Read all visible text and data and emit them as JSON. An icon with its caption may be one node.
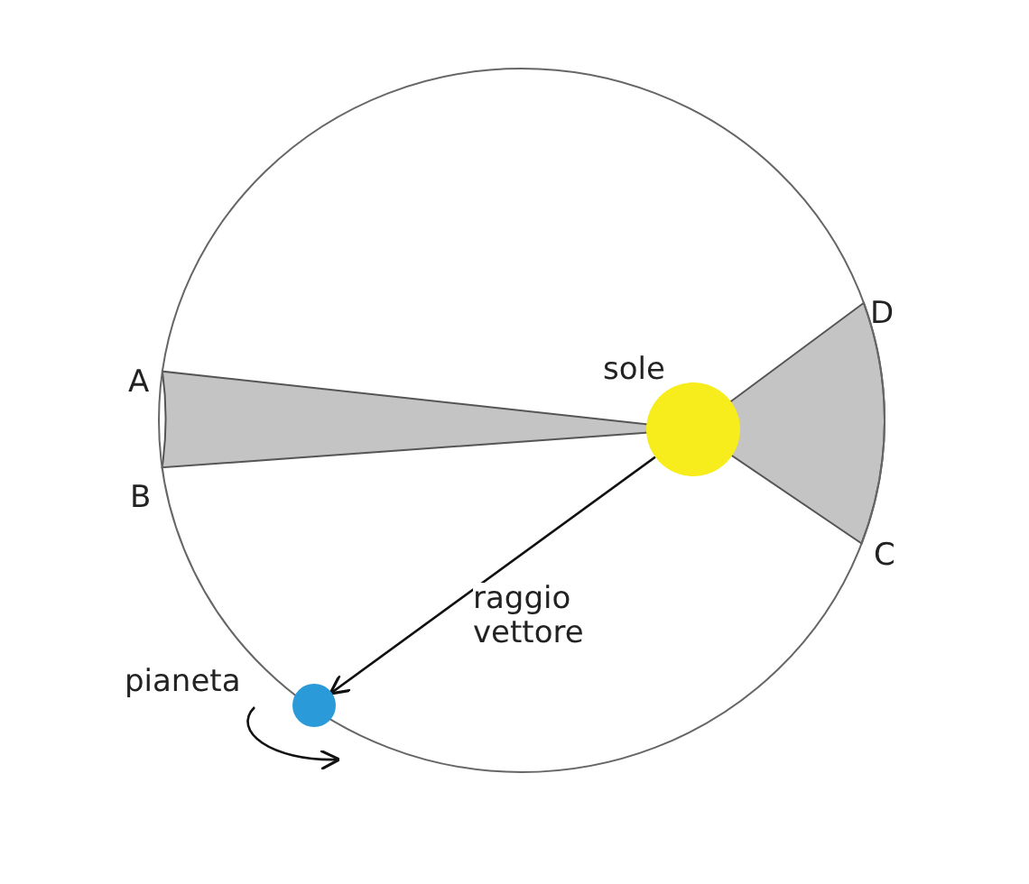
{
  "diagram": {
    "nodes": [
      {
        "text": [],
        "shape": "circle",
        "beside": [
          "sole"
        ]
      },
      {
        "text": [],
        "shape": "circle",
        "beside": [
          "pianeta"
        ]
      }
    ],
    "edges": [
      {
        "from": 0,
        "to": 1,
        "arrow": "to",
        "label": "raggio vettore"
      }
    ],
    "labels": [
      "D",
      "A",
      "B",
      "C"
    ]
  }
}
